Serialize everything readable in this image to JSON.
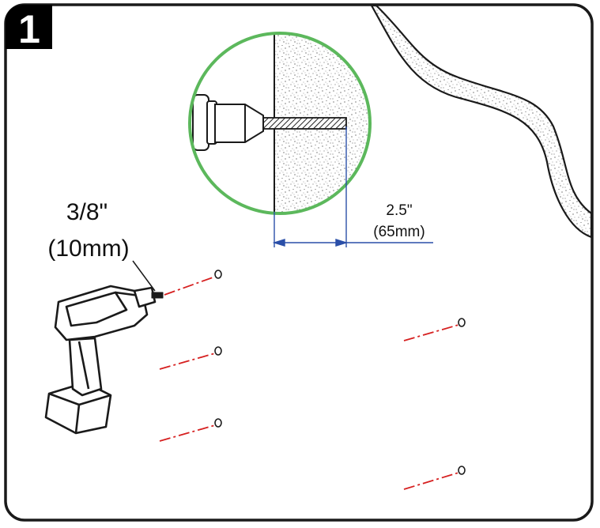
{
  "step": {
    "number": "1"
  },
  "drill_bit": {
    "size_in": "3/8\"",
    "size_mm": "(10mm)"
  },
  "depth": {
    "in": "2.5\"",
    "mm": "(65mm)"
  },
  "colors": {
    "frame": "#1a1a1a",
    "badge": "#000000",
    "detail_circle": "#5cb85c",
    "dimension": "#2a4fa8",
    "drill_line": "#d62020"
  },
  "icons": {
    "drill": "cordless-drill-icon",
    "hole": "drill-hole-icon"
  },
  "drill_holes_count": 5
}
